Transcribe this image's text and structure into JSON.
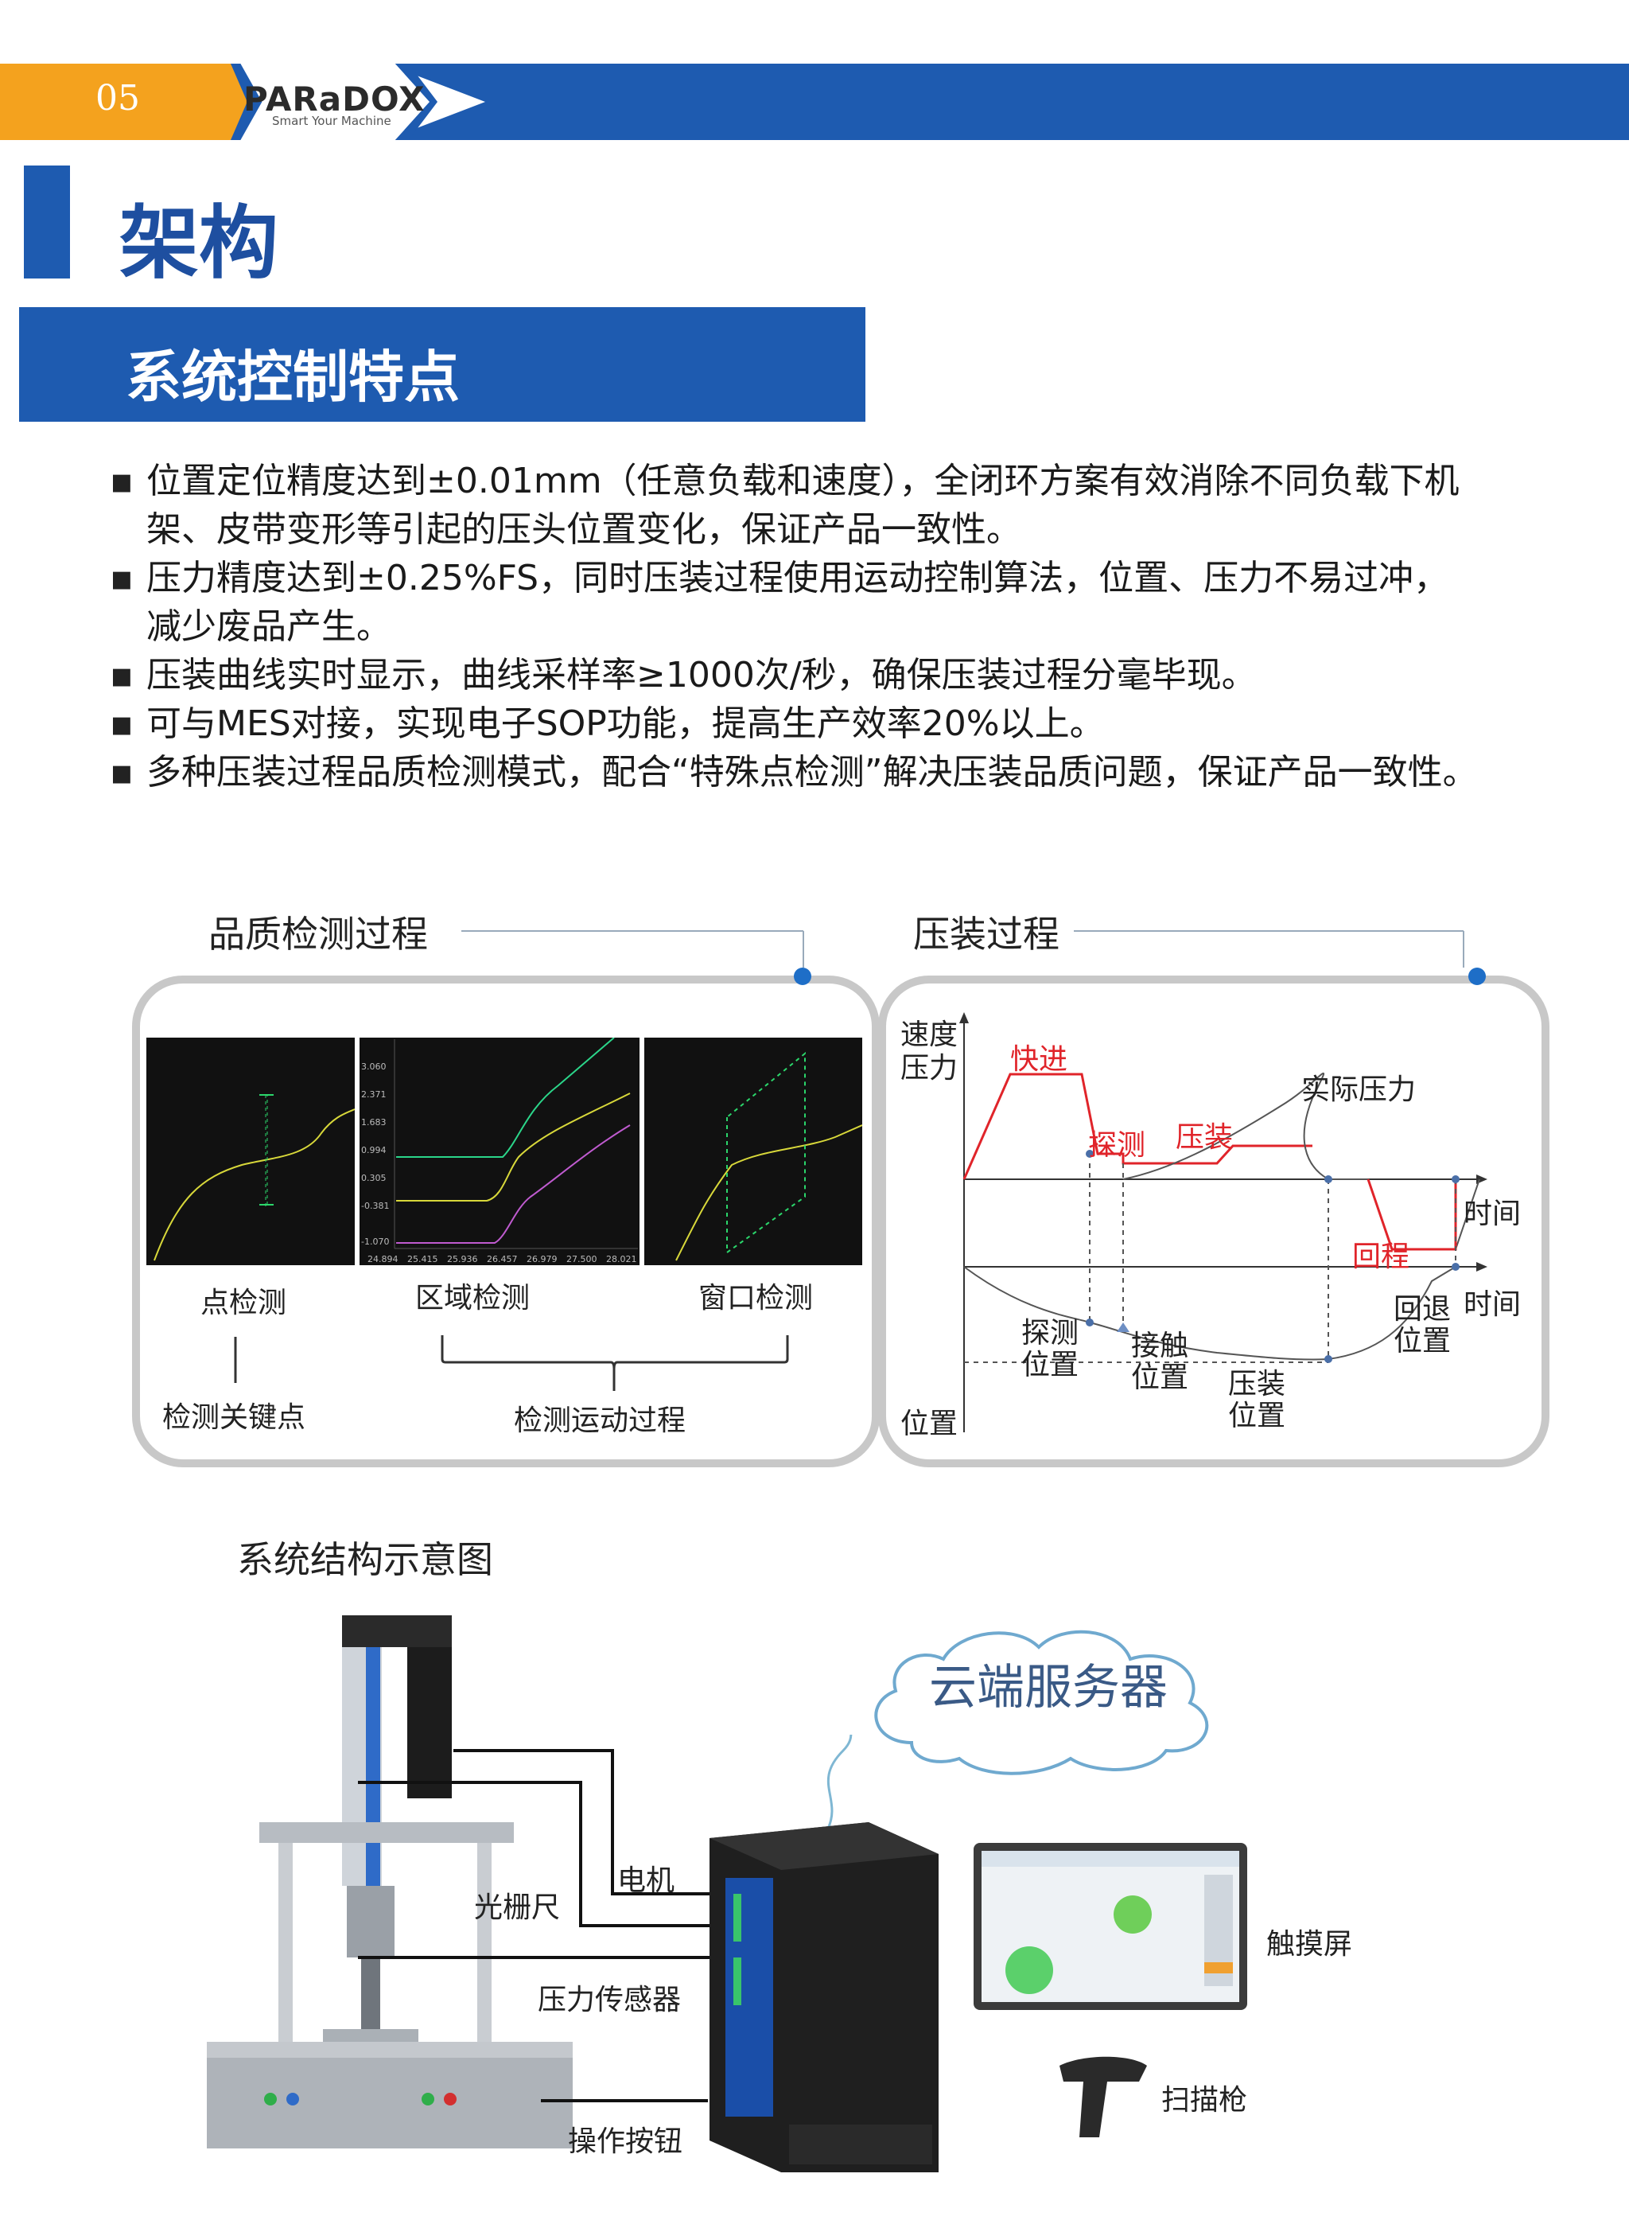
{
  "header": {
    "page_number": "05",
    "logo_text": "PARaDOX",
    "logo_tagline": "Smart Your Machine",
    "colors": {
      "blue": "#1e5bb0",
      "orange": "#f4a21e"
    }
  },
  "title": "架构",
  "section_title": "系统控制特点",
  "bullets": [
    "位置定位精度达到±0.01mm（任意负载和速度），全闭环方案有效消除不同负载下机架、皮带变形等引起的压头位置变化，保证产品一致性。",
    "压力精度达到±0.25%FS，同时压装过程使用运动控制算法，位置、压力不易过冲，减少废品产生。",
    "压装曲线实时显示，曲线采样率≥1000次/秒，确保压装过程分毫毕现。",
    "可与MES对接，实现电子SOP功能，提高生产效率20%以上。",
    "多种压装过程品质检测模式，配合“特殊点检测”解决压装品质问题，保证产品一致性。"
  ],
  "quality": {
    "caption": "品质检测过程",
    "labels": {
      "point": "点检测",
      "region": "区域检测",
      "window": "窗口检测",
      "key_point": "检测关键点",
      "motion": "检测运动过程"
    },
    "y_ticks": [
      "3.060",
      "2.371",
      "1.683",
      "0.994",
      "0.305",
      "-0.381",
      "-1.070"
    ],
    "x_ticks": [
      "24.894",
      "25.415",
      "25.936",
      "26.457",
      "26.979",
      "27.500",
      "28.021"
    ]
  },
  "press": {
    "caption": "压装过程",
    "y_axis_top": "速度\n压力",
    "fast": "快进",
    "actual_pressure": "实际压力",
    "probe": "探测",
    "press": "压装",
    "return": "回程",
    "time1": "时间",
    "time2": "时间",
    "position": "位置",
    "probe_pos": "探测\n位置",
    "contact_pos": "接触\n位置",
    "press_pos": "压装\n位置",
    "retreat_pos": "回退\n位置"
  },
  "system": {
    "caption": "系统结构示意图",
    "cloud": "云端服务器",
    "motor": "电机",
    "grating": "光栅尺",
    "sensor": "压力传感器",
    "button": "操作按钮",
    "touch": "触摸屏",
    "scanner": "扫描枪"
  }
}
